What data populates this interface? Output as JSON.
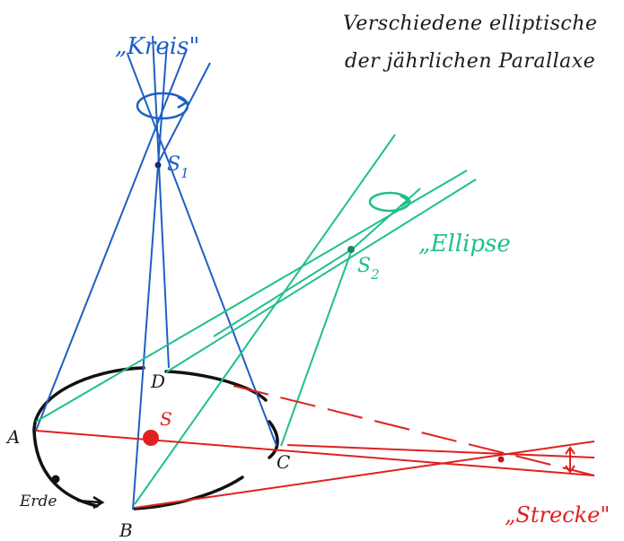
{
  "title": {
    "line1": "Verschiedene elliptische",
    "line2": "der jährlichen Parallaxe"
  },
  "labels": {
    "kreis": "„Kreis\"",
    "ellipse": "„Ellipse",
    "strecke": "„Strecke\"",
    "s1_letter": "S",
    "s1_sub": "1",
    "s2_letter": "S",
    "s2_sub": "2",
    "sun": "S",
    "point_a": "A",
    "point_b": "B",
    "point_c": "C",
    "point_d": "D",
    "earth": "Erde"
  },
  "colors": {
    "orbit": "#111111",
    "blue": "#1f5fc4",
    "green": "#1fc08a",
    "red": "#e02020",
    "text": "#1a1a1a"
  }
}
